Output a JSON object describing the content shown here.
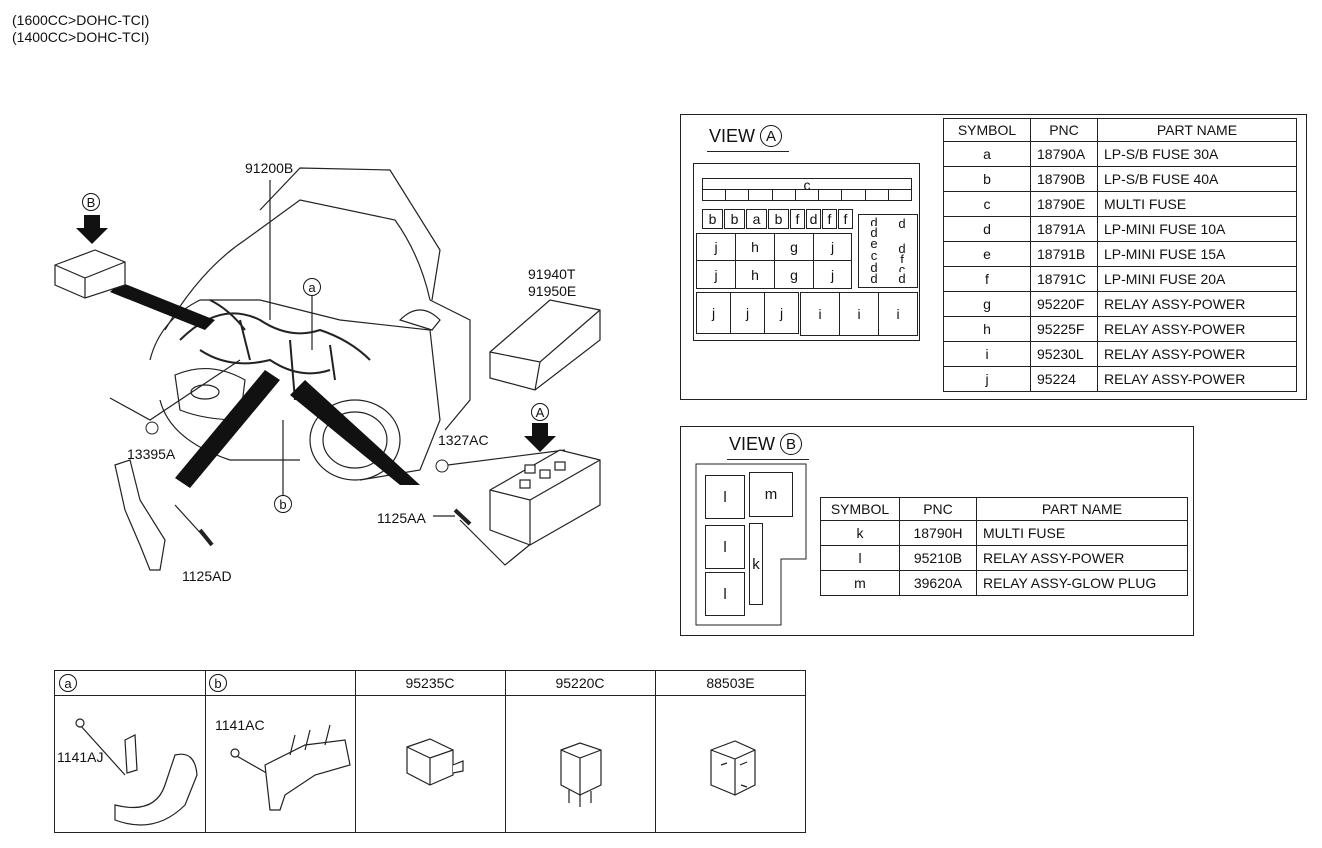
{
  "engine_lines": [
    "(1600CC>DOHC-TCI)",
    "(1400CC>DOHC-TCI)"
  ],
  "labels": {
    "p91200B": "91200B",
    "p91940T": "91940T",
    "p91950E": "91950E",
    "p13395A": "13395A",
    "p1327AC": "1327AC",
    "p1125AA": "1125AA",
    "p1125AD": "1125AD"
  },
  "callouts": {
    "a": "a",
    "b": "b",
    "A": "A",
    "B": "B"
  },
  "viewA": {
    "title": "VIEW",
    "circle": "A",
    "headers": [
      "SYMBOL",
      "PNC",
      "PART NAME"
    ],
    "rows": [
      [
        "a",
        "18790A",
        "LP-S/B FUSE 30A"
      ],
      [
        "b",
        "18790B",
        "LP-S/B FUSE 40A"
      ],
      [
        "c",
        "18790E",
        "MULTI FUSE"
      ],
      [
        "d",
        "18791A",
        "LP-MINI FUSE 10A"
      ],
      [
        "e",
        "18791B",
        "LP-MINI FUSE 15A"
      ],
      [
        "f",
        "18791C",
        "LP-MINI FUSE 20A"
      ],
      [
        "g",
        "95220F",
        "RELAY ASSY-POWER"
      ],
      [
        "h",
        "95225F",
        "RELAY ASSY-POWER"
      ],
      [
        "i",
        "95230L",
        "RELAY ASSY-POWER"
      ],
      [
        "j",
        "95224",
        "RELAY ASSY-POWER"
      ]
    ],
    "box": {
      "c": "c",
      "row1": [
        "b",
        "b",
        "a",
        "b"
      ],
      "row1f": [
        "f",
        "d",
        "f",
        "f"
      ],
      "relays_top": [
        "j",
        "h",
        "g",
        "j"
      ],
      "relays_mid": [
        "j",
        "h",
        "g",
        "j"
      ],
      "relays_bottom_left": [
        "j",
        "j",
        "j"
      ],
      "relays_bottom_right": [
        "i",
        "i",
        "i"
      ],
      "mini_left": [
        "d",
        "d",
        "e",
        "c",
        "d",
        "d"
      ],
      "mini_right": [
        "d",
        "d",
        "f",
        "c",
        "d"
      ]
    }
  },
  "viewB": {
    "title": "VIEW",
    "circle": "B",
    "headers": [
      "SYMBOL",
      "PNC",
      "PART NAME"
    ],
    "rows": [
      [
        "k",
        "18790H",
        "MULTI FUSE"
      ],
      [
        "l",
        "95210B",
        "RELAY ASSY-POWER"
      ],
      [
        "m",
        "39620A",
        "RELAY ASSY-GLOW PLUG"
      ]
    ],
    "box": {
      "l1": "l",
      "l2": "l",
      "l3": "l",
      "m": "m",
      "k": "k"
    }
  },
  "bottom_table": {
    "cells": [
      {
        "head_circle": "a",
        "part": "1141AJ"
      },
      {
        "head_circle": "b",
        "part": "1141AC"
      },
      {
        "head": "95235C"
      },
      {
        "head": "95220C"
      },
      {
        "head": "88503E"
      }
    ]
  }
}
